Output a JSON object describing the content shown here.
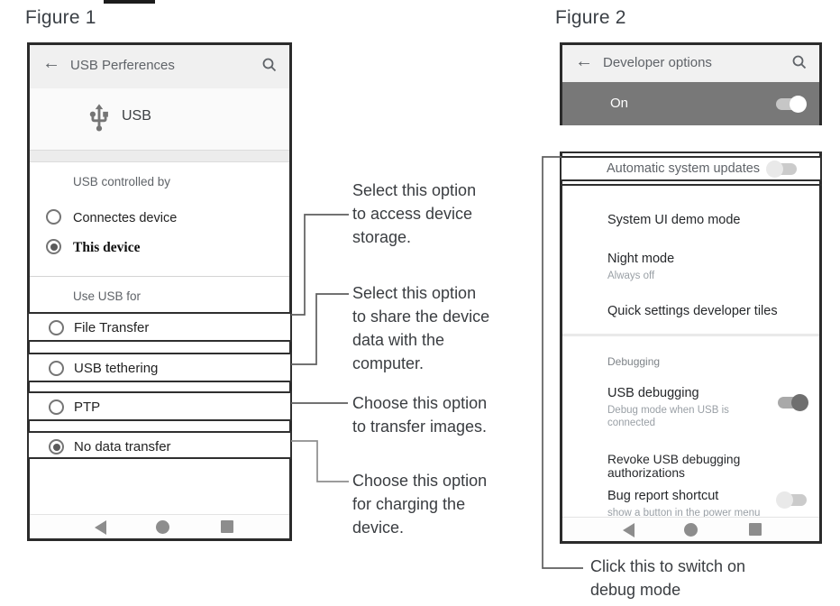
{
  "figure1": {
    "title": "Figure 1",
    "phone": {
      "header": {
        "title": "USB Perferences"
      },
      "usb_label": "USB",
      "controlled_by": {
        "section_label": "USB controlled by",
        "options": [
          {
            "label": "Connectes device",
            "selected": false
          },
          {
            "label": "This device",
            "selected": true
          }
        ]
      },
      "use_usb_for": {
        "section_label": "Use USB for",
        "options": [
          {
            "label": "File Transfer",
            "selected": false
          },
          {
            "label": "USB tethering",
            "selected": false
          },
          {
            "label": "PTP",
            "selected": false
          },
          {
            "label": "No data transfer",
            "selected": true
          }
        ]
      }
    },
    "callouts": [
      {
        "lines": [
          "Select this option",
          "to access device",
          "storage."
        ]
      },
      {
        "lines": [
          "Select this option",
          "to share the device",
          "data with the",
          "computer."
        ]
      },
      {
        "lines": [
          "Choose this option",
          "to transfer images."
        ]
      },
      {
        "lines": [
          "Choose this option",
          "for charging the",
          "device."
        ]
      }
    ]
  },
  "figure2": {
    "title": "Figure 2",
    "phone": {
      "header": {
        "title": "Developer options"
      },
      "on_bar": {
        "label": "On",
        "toggle_state": "on"
      },
      "automatic_system_updates": {
        "label": "Automatic system updates",
        "toggle_state": "off"
      },
      "items": [
        {
          "label": "System UI demo mode"
        },
        {
          "label": "Night mode",
          "sublabel": "Always off"
        },
        {
          "label": "Quick settings developer tiles"
        }
      ],
      "debugging": {
        "section_label": "Debugging",
        "items": [
          {
            "label": "USB debugging",
            "sublabel": "Debug mode when USB is connected",
            "toggle_state": "on"
          },
          {
            "label": "Revoke USB debugging authorizations"
          },
          {
            "label": "Bug report shortcut",
            "sublabel": "show a button in the power menu",
            "toggle_state": "off"
          }
        ]
      }
    },
    "callout": {
      "lines": [
        "Click this to switch on",
        "debug mode"
      ]
    }
  },
  "icons": {
    "back_glyph": "←",
    "nav_icons": [
      "nav-back-icon",
      "nav-home-icon",
      "nav-recents-icon"
    ]
  },
  "colors": {
    "phone_frame": "#2b2b2b",
    "header_bg": "#f0f0f0",
    "on_bar_bg": "#787878",
    "connector_line": "#646464",
    "text_primary": "#26282b",
    "text_secondary": "#5f6368",
    "text_subtle": "#9aa0a6"
  }
}
